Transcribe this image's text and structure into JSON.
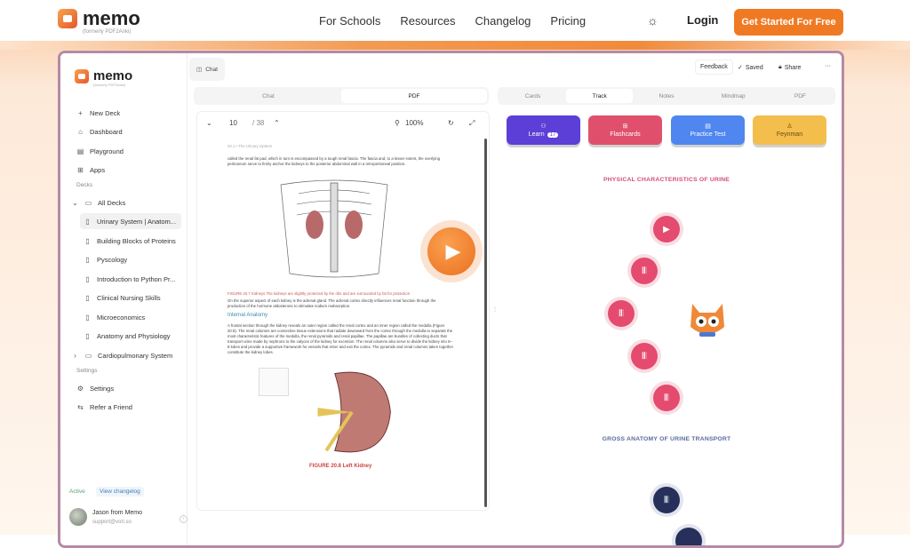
{
  "nav": {
    "brand": "memo",
    "brand_sub": "(formerly PDF2Anki)",
    "links": [
      "For Schools",
      "Resources",
      "Changelog",
      "Pricing"
    ],
    "theme_icon": "sun-icon",
    "login": "Login",
    "cta": "Get Started For Free",
    "accent": "#f07a24"
  },
  "sidebar": {
    "brand": "memo",
    "brand_sub": "(formerly PDF2Anki)",
    "top": [
      {
        "icon": "+",
        "label": "New Deck"
      },
      {
        "icon": "⌂",
        "label": "Dashboard"
      },
      {
        "icon": "▤",
        "label": "Playground"
      },
      {
        "icon": "⊞",
        "label": "Apps"
      }
    ],
    "decks_label": "Decks",
    "all_decks": "All Decks",
    "decks": [
      "Urinary System | Anatom...",
      "Building Blocks of Proteins",
      "Pyscology",
      "Introduction to Python Pr...",
      "Clinical Nursing Skills",
      "Microeconomics",
      "Anatomy and Physiology"
    ],
    "cardio": "Cardiopulmonary System",
    "settings_label": "Settings",
    "settings": [
      {
        "icon": "⚙",
        "label": "Settings"
      },
      {
        "icon": "⇆",
        "label": "Refer a Friend"
      }
    ],
    "status": "Active",
    "changelog": "View changelog",
    "user_name": "Jason from Memo",
    "user_email": "support@vori.so"
  },
  "header": {
    "chat_tab": "Chat",
    "feedback": "Feedback",
    "saved": "Saved",
    "share": "Share",
    "more": "···"
  },
  "left_tabs": [
    "Chat",
    "PDF"
  ],
  "left_active": "PDF",
  "pdf": {
    "page": "10",
    "total": "/ 38",
    "zoom": "100%",
    "running_head": "20.1 • The Urinary System",
    "p1": "called the renal fat pad, which in turn is encompassed by a tough renal fascia. The fascia and, to a lesser extent, the overlying peritoneum serve to firmly anchor the kidneys to the posterior abdominal wall in a retroperitoneal position.",
    "fig1": "FIGURE 20.7  Kidneys  The kidneys are slightly protected by the ribs and are surrounded by fat for protection",
    "p2": "On the superior aspect of each kidney is the adrenal gland. The adrenal cortex directly influences renal function through the production of the hormone aldosterone to stimulate sodium reabsorption.",
    "heading": "Internal Anatomy",
    "p3": "A frontal section through the kidney reveals an outer region called the renal cortex and an inner region called the medulla (Figure 20.8). The renal columns are connective tissue extensions that radiate downward from the cortex through the medulla to separate the most characteristic features of the medulla, the renal pyramids and renal papillae. The papillae are bundles of collecting ducts that transport urine made by nephrons to the calyces of the kidney for excretion. The renal columns also serve to divide the kidney into 6–8 lobes and provide a supportive framework for vessels that enter and exit the cortex. The pyramids and renal columns taken together constitute the kidney lobes.",
    "fig2": "FIGURE 20.8  Left Kidney"
  },
  "right_tabs": [
    "Cards",
    "Track",
    "Notes",
    "Mindmap",
    "PDF"
  ],
  "right_active": "Track",
  "actions": [
    {
      "label": "Learn",
      "badge": "17",
      "color": "#5b3fd6",
      "icon": "brain-icon"
    },
    {
      "label": "Flashcards",
      "color": "#e0506c",
      "icon": "cards-icon"
    },
    {
      "label": "Practice Test",
      "color": "#4f86f0",
      "icon": "clipboard-icon"
    },
    {
      "label": "Feynman",
      "color": "#f3be4c",
      "icon": "person-icon"
    }
  ],
  "track": {
    "section1": "PHYSICAL CHARACTERISTICS OF URINE",
    "section2": "GROSS ANATOMY OF URINE TRANSPORT",
    "colors": {
      "active": "#e44b6e",
      "locked": "#26305a"
    }
  }
}
